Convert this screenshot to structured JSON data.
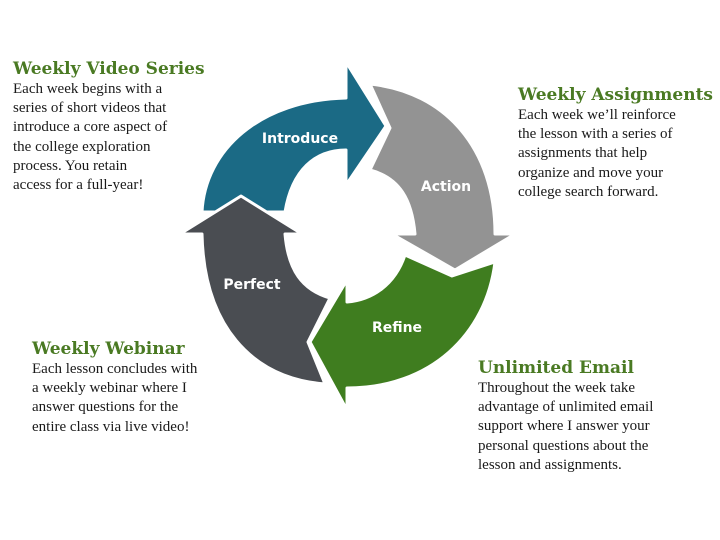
{
  "cycle": {
    "introduce": "Introduce",
    "action": "Action",
    "refine": "Refine",
    "perfect": "Perfect",
    "colors": {
      "introduce": "#1b6a85",
      "action": "#939393",
      "refine": "#3f7d1f",
      "perfect": "#4a4d52"
    }
  },
  "video": {
    "title": "Weekly Video Series",
    "lines": [
      "Each week begins with a",
      "series of short videos that",
      "introduce a core aspect of",
      "the college exploration",
      "process.  You retain",
      "access for a full-year!"
    ]
  },
  "assignments": {
    "title": "Weekly Assignments",
    "lines": [
      "Each week we’ll reinforce",
      "the lesson with a series of",
      "assignments that help",
      "organize and move your",
      "college search forward."
    ]
  },
  "webinar": {
    "title": "Weekly Webinar",
    "lines": [
      "Each lesson concludes with",
      "a weekly webinar where I",
      "answer questions for the",
      "entire class via live video!"
    ]
  },
  "email": {
    "title": "Unlimited Email",
    "lines": [
      "Throughout the week take",
      "advantage of unlimited email",
      "support where I answer your",
      "personal questions about the",
      "lesson and assignments."
    ]
  }
}
